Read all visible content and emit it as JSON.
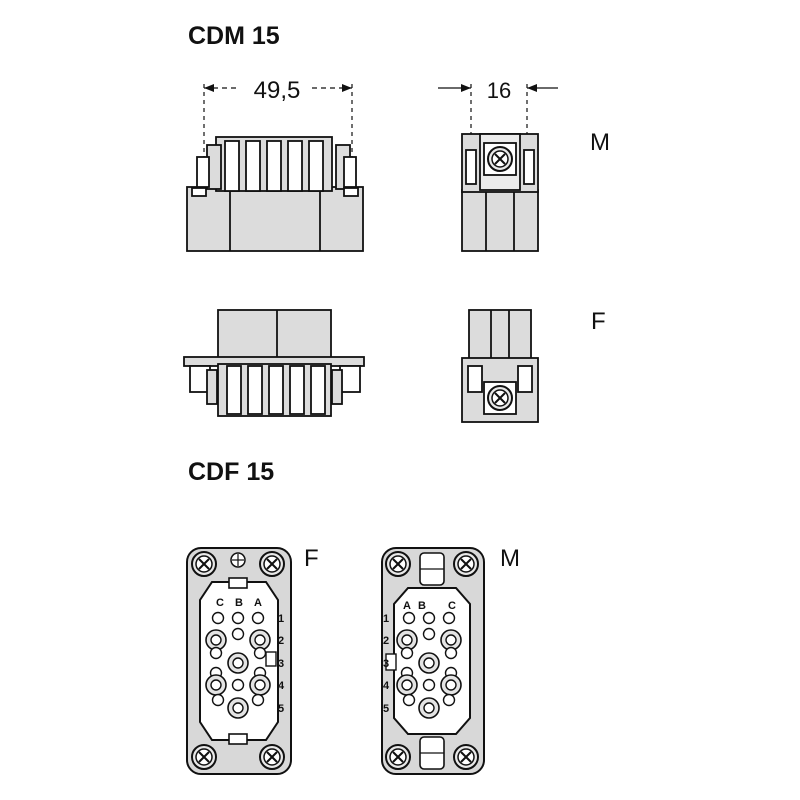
{
  "titles": {
    "cdm": "CDM 15",
    "cdf": "CDF 15"
  },
  "dimensions": {
    "width": "49,5",
    "depth": "16"
  },
  "side_labels": {
    "male": "M",
    "female": "F"
  },
  "face_labels": {
    "female": "F",
    "male": "M"
  },
  "columns": [
    "C",
    "B",
    "A"
  ],
  "columns_male": [
    "A",
    "B",
    "C"
  ],
  "rows": [
    "1",
    "2",
    "3",
    "4",
    "5"
  ],
  "colors": {
    "ink": "#111111",
    "body": "#dcdcdc",
    "light": "#ececec",
    "bg": "#ffffff"
  }
}
